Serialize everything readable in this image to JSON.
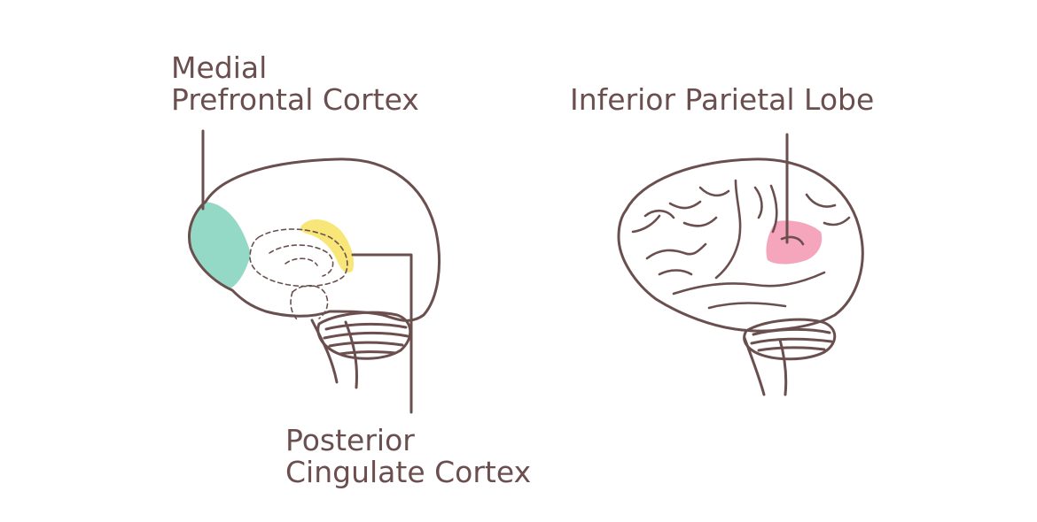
{
  "labels": {
    "mpfc_line1": "Medial",
    "mpfc_line2": "Prefrontal Cortex",
    "pcc_line1": "Posterior",
    "pcc_line2": "Cingulate Cortex",
    "ipl": "Inferior Parietal Lobe"
  },
  "colors": {
    "outline": "#6b4f4f",
    "mpfc_fill": "#94d9c5",
    "pcc_fill": "#f8e679",
    "ipl_fill": "#f6a6bc"
  }
}
